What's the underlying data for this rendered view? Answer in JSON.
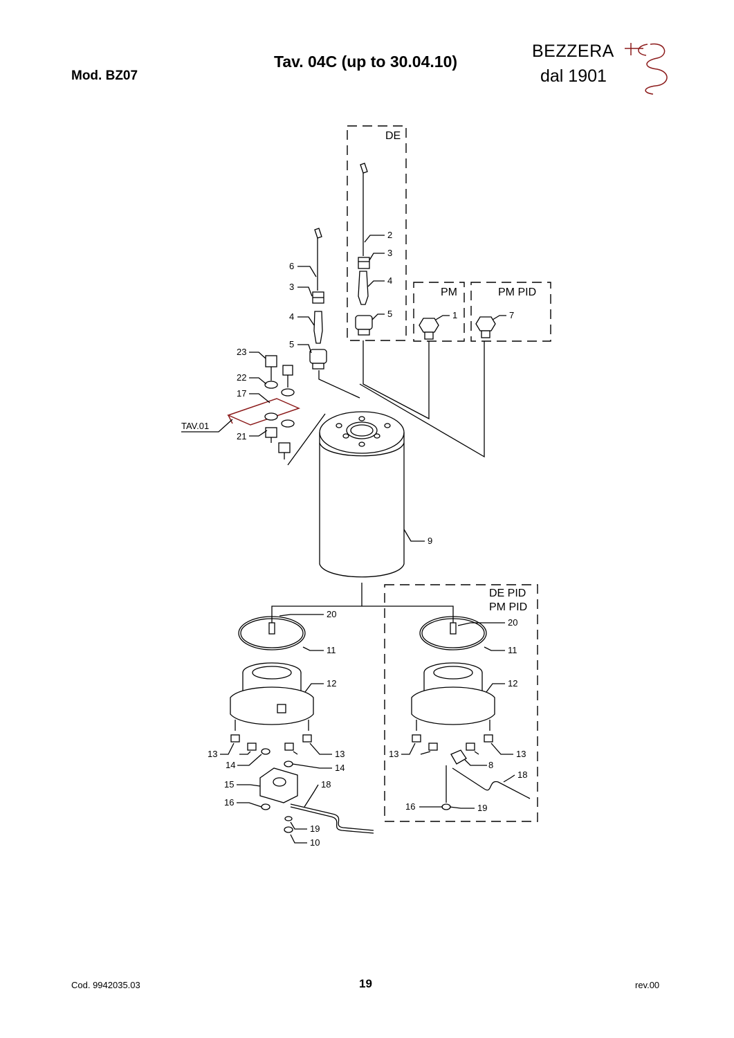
{
  "header": {
    "model": "Mod.  BZ07",
    "title": "Tav. 04C (up to 30.04.10)",
    "brand": "BEZZERA",
    "since": "dal 1901"
  },
  "footer": {
    "code": "Cod. 9942035.03",
    "page": "19",
    "rev": "rev.00"
  },
  "groups": {
    "de": "DE",
    "pm": "PM",
    "pm_pid": "PM PID",
    "de_pid": "DE PID",
    "pm_pid2": "PM PID"
  },
  "reference": "TAV.01",
  "callouts": {
    "c2": "2",
    "c3a": "3",
    "c4a": "4",
    "c5a": "5",
    "c1": "1",
    "c7": "7",
    "c6": "6",
    "c3b": "3",
    "c4b": "4",
    "c5b": "5",
    "c23": "23",
    "c22": "22",
    "c17": "17",
    "c21": "21",
    "c9": "9",
    "c20a": "20",
    "c11a": "11",
    "c12a": "12",
    "c13a": "13",
    "c13b": "13",
    "c14a": "14",
    "c14b": "14",
    "c15": "15",
    "c16a": "16",
    "c18a": "18",
    "c19a": "19",
    "c10": "10",
    "c20b": "20",
    "c11b": "11",
    "c12b": "12",
    "c13c": "13",
    "c13d": "13",
    "c8": "8",
    "c18b": "18",
    "c16b": "16",
    "c19b": "19"
  },
  "colors": {
    "line": "#000000",
    "accent": "#8b1a1a"
  }
}
